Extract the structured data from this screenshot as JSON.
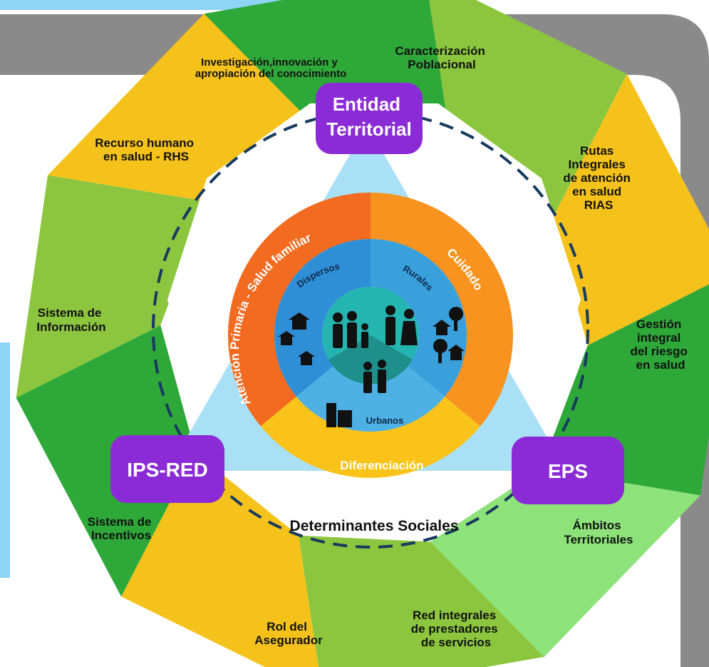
{
  "octagon_segments": [
    {
      "label_lines": [
        "Investigación,innovación y",
        "apropiación del conocimiento"
      ],
      "color": "#2fa83a"
    },
    {
      "label_lines": [
        "Caracterización",
        "Poblacional"
      ],
      "color": "#8cc63f"
    },
    {
      "label_lines": [
        "Rutas",
        "Integrales",
        "de atención",
        "en salud",
        "RIAS"
      ],
      "color": "#f5c21b"
    },
    {
      "label_lines": [
        "Gestión",
        "integral",
        "del riesgo",
        "en salud"
      ],
      "color": "#2fa83a"
    },
    {
      "label_lines": [
        "Ámbitos",
        "Territoriales"
      ],
      "color": "#8ee27a"
    },
    {
      "label_lines": [
        "Red integrales",
        "de prestadores",
        "de servicios"
      ],
      "color": "#8cc63f"
    },
    {
      "label_lines": [
        "Rol del",
        "Asegurador"
      ],
      "color": "#f5c21b"
    },
    {
      "label_lines": [
        "Sistema de",
        "Incentivos"
      ],
      "color": "#2fa83a"
    },
    {
      "label_lines": [
        "Sistema de",
        "Información"
      ],
      "color": "#8cc63f"
    },
    {
      "label_lines": [
        "Recurso humano",
        "en salud - RHS"
      ],
      "color": "#f5c21b"
    }
  ],
  "actors": [
    {
      "label_lines": [
        "Entidad",
        "Territorial"
      ]
    },
    {
      "label_lines": [
        "IPS-RED"
      ]
    },
    {
      "label_lines": [
        "EPS"
      ]
    }
  ],
  "outer_ring": [
    {
      "label": "Atención Primaria - Salud familiar",
      "color": "#f26b21"
    },
    {
      "label": "Cuidado",
      "color": "#f7931e"
    },
    {
      "label": "Diferenciación",
      "color": "#f9c31a"
    }
  ],
  "inner_zones": [
    {
      "label": "Dispersos",
      "color": "#2f8fd6"
    },
    {
      "label": "Rurales",
      "color": "#3aa0db"
    },
    {
      "label": "Urbanos",
      "color": "#4eb0e3"
    }
  ],
  "center_color": "#25b5b0",
  "determinants_label": "Determinantes Sociales",
  "colors": {
    "actor_box": "#8b2bd6",
    "triangle": "#a9e0f5",
    "frame_gray": "#8a8a8a",
    "dashed_circle": "#173a5e",
    "top_bar": "#8fd3f5"
  },
  "icons": [
    "house-icon",
    "family-icon",
    "tree-icon",
    "building-icon"
  ]
}
